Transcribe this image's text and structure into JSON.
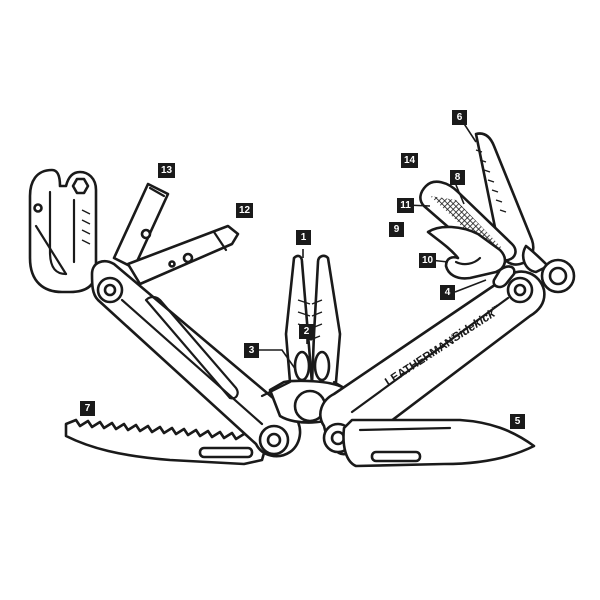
{
  "diagram": {
    "brand_text": "LEATHERMAN",
    "model_text": "Sidekick",
    "trademark": "™",
    "registered": "®",
    "callouts": [
      {
        "id": "1",
        "label": "1"
      },
      {
        "id": "2",
        "label": "2"
      },
      {
        "id": "3",
        "label": "3"
      },
      {
        "id": "4",
        "label": "4"
      },
      {
        "id": "5",
        "label": "5"
      },
      {
        "id": "6",
        "label": "6"
      },
      {
        "id": "7",
        "label": "7"
      },
      {
        "id": "8",
        "label": "8"
      },
      {
        "id": "9",
        "label": "9"
      },
      {
        "id": "10",
        "label": "10"
      },
      {
        "id": "11",
        "label": "11"
      },
      {
        "id": "12",
        "label": "12"
      },
      {
        "id": "13",
        "label": "13"
      },
      {
        "id": "14",
        "label": "14"
      }
    ],
    "colors": {
      "ink": "#1a1a1a",
      "background": "#ffffff"
    }
  }
}
